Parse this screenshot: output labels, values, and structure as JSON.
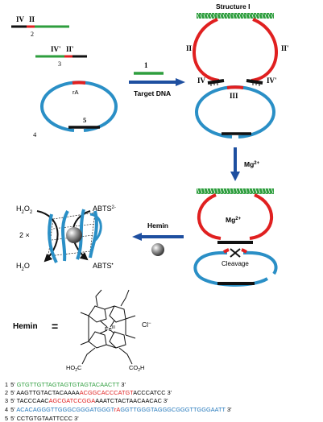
{
  "labels": {
    "iv": "IV",
    "ii": "II",
    "strand2": "2",
    "iv_prime": "IV'",
    "ii_prime": "II'",
    "strand3": "3",
    "rA": "rA",
    "strand5": "5",
    "strand4": "4",
    "strand1": "1",
    "target_dna": "Target DNA",
    "structure_i": "Structure I",
    "ii_right": "II",
    "ii_prime_right": "II'",
    "iv_right": "IV",
    "iv_prime_right": "IV'",
    "iii": "III",
    "mg_arrow": "Mg",
    "mg_sup": "2+",
    "mg_loop": "Mg",
    "mg_loop_sup": "2+",
    "cleavage": "Cleavage",
    "hemin_arrow": "Hemin",
    "h2o2": "H",
    "h2o2_sub1": "2",
    "h2o2_o": "O",
    "h2o2_sub2": "2",
    "abts": "ABTS",
    "abts_sup": "2-",
    "two_x": "2 ×",
    "h2o": "H",
    "h2o_sub": "2",
    "h2o_o": "O",
    "abts_out": "ABTS",
    "abts_out_sup": "•",
    "hemin_label": "Hemin",
    "equals": "=",
    "fe": "Fe",
    "fe_sup": "III",
    "cl": "Cl",
    "cl_sup": "−",
    "cooh_left": "HO",
    "cooh_left_sub": "2",
    "cooh_left_c": "C",
    "cooh_right": "CO",
    "cooh_right_sub": "2",
    "cooh_right_h": "H"
  },
  "sequences": [
    {
      "num": "1",
      "parts": [
        {
          "text": "5' ",
          "c": "k"
        },
        {
          "text": "GTGTTGTTAGTAGTGTAGTACAACTT",
          "c": "g"
        },
        {
          "text": " 3'",
          "c": "k"
        }
      ]
    },
    {
      "num": "2",
      "parts": [
        {
          "text": "5' AAGTTGTACTACAAAA",
          "c": "k"
        },
        {
          "text": "ACGGCACCCATGT",
          "c": "r"
        },
        {
          "text": "ACCCATCC 3'",
          "c": "k"
        }
      ]
    },
    {
      "num": "3",
      "parts": [
        {
          "text": "5' TACCCAAC",
          "c": "k"
        },
        {
          "text": "AGCGATCCGGA",
          "c": "r"
        },
        {
          "text": "AAATCTACTAACAACAC 3'",
          "c": "k"
        }
      ]
    },
    {
      "num": "4",
      "parts": [
        {
          "text": "5' ",
          "c": "k"
        },
        {
          "text": "ACACAGGGTTGGGCGGGATGGGT",
          "c": "b"
        },
        {
          "text": "rA",
          "c": "r"
        },
        {
          "text": "GGTTGGGTAGGGCGGGTTGGGAATT",
          "c": "b"
        },
        {
          "text": " 3'",
          "c": "k"
        }
      ]
    },
    {
      "num": "5",
      "parts": [
        {
          "text": "5' CCTGTGTAATTCCC 3'",
          "c": "k"
        }
      ]
    }
  ],
  "colors": {
    "green": "#2e9e3e",
    "red": "#e02020",
    "blue": "#2a8fc6",
    "black": "#111111",
    "arrow": "#1e4fa0"
  }
}
